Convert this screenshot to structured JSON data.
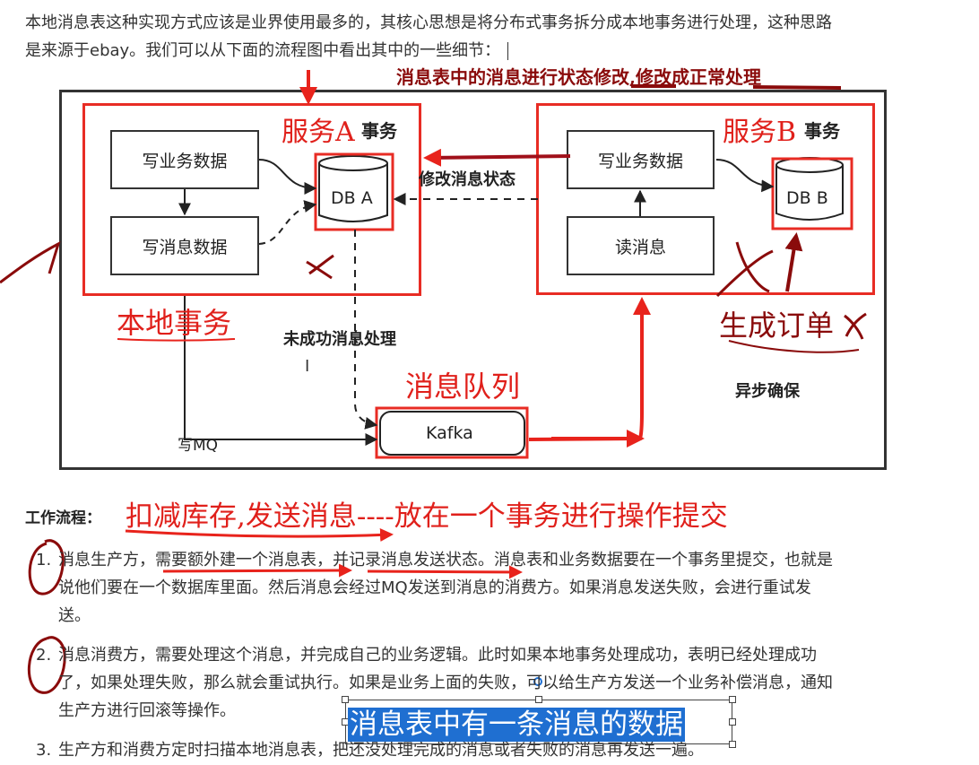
{
  "intro": {
    "line1": "本地消息表这种实现方式应该是业界使用最多的，其核心思想是将分布式事务拆分成本地事务进行处理，这种思路",
    "line2": "是来源于ebay。我们可以从下面的流程图中看出其中的一些细节："
  },
  "diagram": {
    "service_a_title": "事务",
    "service_b_title": "事务",
    "write_business_a": "写业务数据",
    "write_message": "写消息数据",
    "db_a": "DB A",
    "write_business_b": "写业务数据",
    "read_message": "读消息",
    "db_b": "DB B",
    "modify_status": "修改消息状态",
    "unsuccessful": "未成功消息处理",
    "write_mq": "写MQ",
    "kafka": "Kafka",
    "async": "异步确保"
  },
  "annotations": {
    "top_note": "消息表中的消息进行状态修改,修改成正常处理",
    "service_a": "服务A",
    "service_b": "服务B",
    "local_tx": "本地事务",
    "gen_order": "生成订单",
    "queue": "消息队列",
    "deduct": "扣减库存,发送消息----放在一个事务进行操作提交",
    "textbox": "消息表中有一条消息的数据"
  },
  "workflow": {
    "heading": "工作流程：",
    "items": [
      {
        "num": "1.",
        "line1": "消息生产方，需要额外建一个消息表，并记录消息发送状态。消息表和业务数据要在一个事务里提交，也就是",
        "line2": "说他们要在一个数据库里面。然后消息会经过MQ发送到消息的消费方。如果消息发送失败，会进行重试发",
        "line3": "送。"
      },
      {
        "num": "2.",
        "line1": "消息消费方，需要处理这个消息，并完成自己的业务逻辑。此时如果本地事务处理成功，表明已经处理成功",
        "line2": "了，如果处理失败，那么就会重试执行。如果是业务上面的失败，可以给生产方发送一个业务补偿消息，通知",
        "line3": "生产方进行回滚等操作。"
      },
      {
        "num": "3.",
        "line1": "生产方和消费方定时扫描本地消息表，把还没处理完成的消息或者失败的消息再发送一遍。"
      }
    ]
  },
  "colors": {
    "annotation_red": "#e0201b",
    "annotation_darkred": "#8a0b0b",
    "selection": "#1f6fd1"
  }
}
